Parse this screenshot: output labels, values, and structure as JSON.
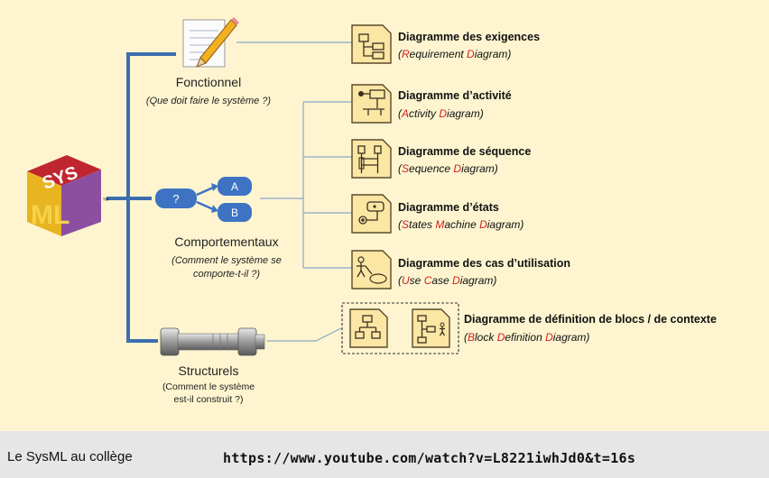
{
  "logo": {
    "text_top": "SYS",
    "text_bottom": "ML",
    "tm": "™"
  },
  "categories": [
    {
      "title": "Fonctionnel",
      "subtitle": [
        "(Que doit faire le système ?)"
      ]
    },
    {
      "title": "Comportementaux",
      "subtitle": [
        "(Comment le système se",
        "comporte-t-il ?)"
      ],
      "bubble": "?",
      "branch_a": "A",
      "branch_b": "B"
    },
    {
      "title": "Structurels",
      "subtitle": [
        "(Comment le système",
        "est-il construit ?)"
      ]
    }
  ],
  "diagrams": [
    {
      "title": "Diagramme des exigences",
      "en": [
        {
          "t": "(",
          "h": false
        },
        {
          "t": "R",
          "h": true
        },
        {
          "t": "equirement ",
          "h": false
        },
        {
          "t": "D",
          "h": true
        },
        {
          "t": "iagram)",
          "h": false
        }
      ]
    },
    {
      "title": "Diagramme d’activité",
      "en": [
        {
          "t": "(",
          "h": false
        },
        {
          "t": "A",
          "h": true
        },
        {
          "t": "ctivity ",
          "h": false
        },
        {
          "t": "D",
          "h": true
        },
        {
          "t": "iagram)",
          "h": false
        }
      ]
    },
    {
      "title": "Diagramme de séquence",
      "en": [
        {
          "t": "(",
          "h": false
        },
        {
          "t": "S",
          "h": true
        },
        {
          "t": "equence ",
          "h": false
        },
        {
          "t": "D",
          "h": true
        },
        {
          "t": "iagram)",
          "h": false
        }
      ]
    },
    {
      "title": "Diagramme d’états",
      "en": [
        {
          "t": "(",
          "h": false
        },
        {
          "t": "S",
          "h": true
        },
        {
          "t": "tates ",
          "h": false
        },
        {
          "t": "M",
          "h": true
        },
        {
          "t": "achine ",
          "h": false
        },
        {
          "t": "D",
          "h": true
        },
        {
          "t": "iagram)",
          "h": false
        }
      ]
    },
    {
      "title": "Diagramme des cas d’utilisation",
      "en": [
        {
          "t": "(",
          "h": false
        },
        {
          "t": "U",
          "h": true
        },
        {
          "t": "se ",
          "h": false
        },
        {
          "t": "C",
          "h": true
        },
        {
          "t": "ase ",
          "h": false
        },
        {
          "t": "D",
          "h": true
        },
        {
          "t": "iagram)",
          "h": false
        }
      ]
    },
    {
      "title": "Diagramme de définition de blocs / de contexte",
      "en": [
        {
          "t": "(",
          "h": false
        },
        {
          "t": "B",
          "h": true
        },
        {
          "t": "lock ",
          "h": false
        },
        {
          "t": "D",
          "h": true
        },
        {
          "t": "efinition ",
          "h": false
        },
        {
          "t": "D",
          "h": true
        },
        {
          "t": "iagram)",
          "h": false
        }
      ]
    }
  ],
  "footer": {
    "label": "Le SysML au collège",
    "url": "https://www.youtube.com/watch?v=L8221iwhJd0&t=16s"
  },
  "colors": {
    "background": "#fef5d0",
    "trunk": "#3c6eae",
    "highlight": "#d02020",
    "bubble": "#3e73c4",
    "footer": "#e6e6e6"
  },
  "icons": [
    "pencil-paper-icon",
    "sysml-logo",
    "bolt-icon",
    "requirement-diagram-icon",
    "activity-diagram-icon",
    "sequence-diagram-icon",
    "state-machine-icon",
    "use-case-icon",
    "block-definition-icon",
    "context-diagram-icon"
  ]
}
